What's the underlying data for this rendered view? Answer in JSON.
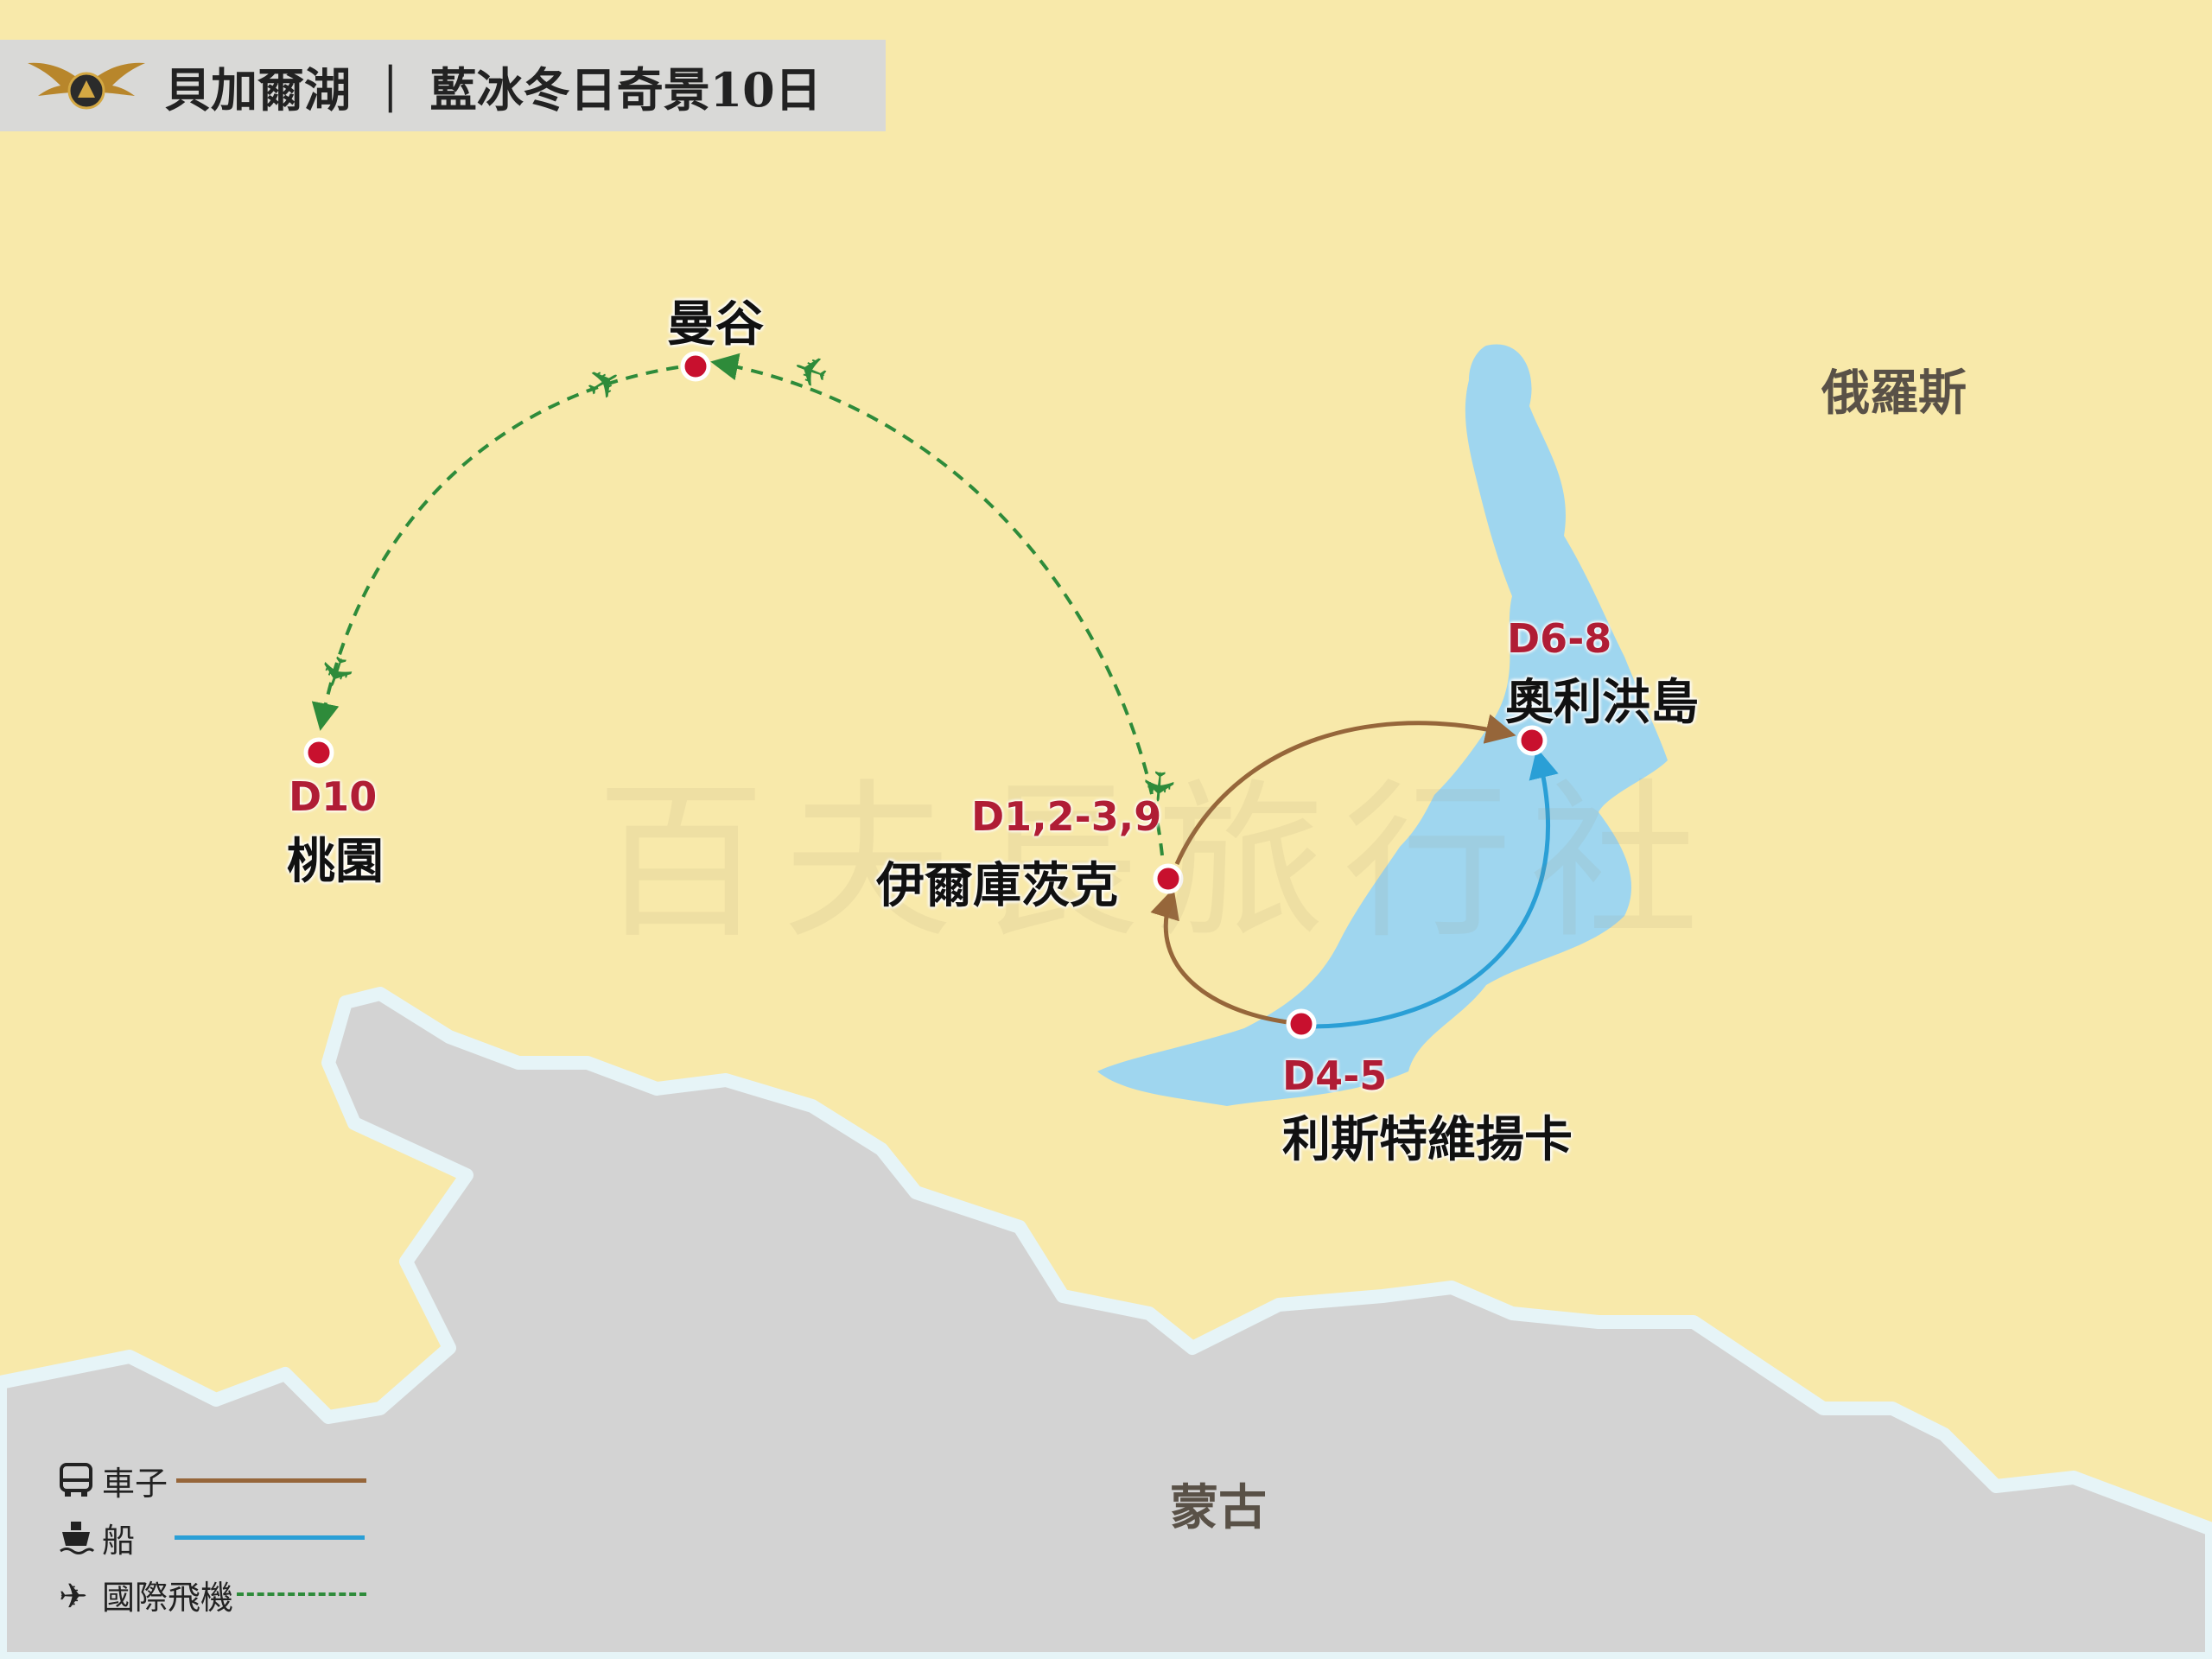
{
  "header": {
    "title": "貝加爾湖 ｜ 藍冰冬日奇景10日"
  },
  "regions": {
    "russia": "俄羅斯",
    "mongolia": "蒙古"
  },
  "watermark": "百夫長旅行社",
  "stops": [
    {
      "id": "bangkok",
      "day": "",
      "name": "曼谷"
    },
    {
      "id": "taoyuan",
      "day": "D10",
      "name": "桃園"
    },
    {
      "id": "irkutsk",
      "day": "D1,2-3,9",
      "name": "伊爾庫茨克"
    },
    {
      "id": "olkhon",
      "day": "D6-8",
      "name": "奧利洪島"
    },
    {
      "id": "listvyanka",
      "day": "D4-5",
      "name": "利斯特維揚卡"
    }
  ],
  "legend": [
    {
      "icon": "bus-icon",
      "label": "車子",
      "color": "#96663a",
      "style": "solid"
    },
    {
      "icon": "ship-icon",
      "label": "船",
      "color": "#2a9fd6",
      "style": "solid"
    },
    {
      "icon": "airplane-icon",
      "label": "國際飛機",
      "color": "#2e8b3a",
      "style": "dashed"
    }
  ],
  "colors": {
    "land": "#f8e9aa",
    "mongolia": "#d3d3d3",
    "border": "#e6f4f7",
    "lake": "#9fd6ef",
    "marker": "#c8102e",
    "car": "#96663a",
    "boat": "#2a9fd6",
    "flight": "#2e8b3a",
    "day_label": "#b01d35"
  }
}
